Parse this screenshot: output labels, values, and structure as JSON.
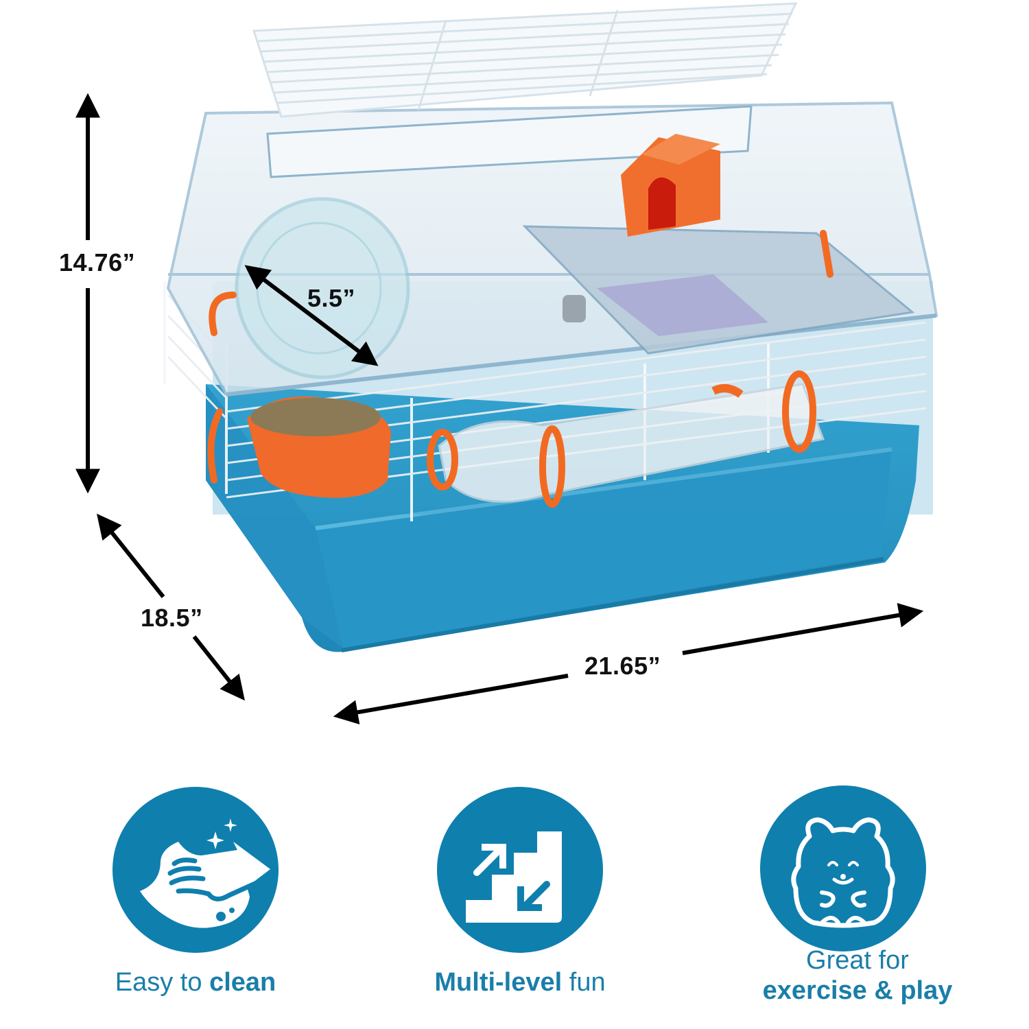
{
  "product": {
    "name": "hamster-cage",
    "colors": {
      "base_tray": "#2f9fcc",
      "base_tray_dark": "#1f86b3",
      "accent_orange": "#f06a2a",
      "clear_top": "#dfeaf2",
      "wire": "#ffffff",
      "icon_blue": "#0f7fae",
      "caption_blue": "#1a7ea9"
    }
  },
  "dimensions": {
    "height": "14.76”",
    "wheel_diameter": "5.5”",
    "depth": "18.5”",
    "width": "21.65”"
  },
  "features": [
    {
      "icon": "cleaning-hand-icon",
      "text_regular": "Easy to ",
      "text_bold": "clean"
    },
    {
      "icon": "stairs-multi-level-icon",
      "text_bold": "Multi-level",
      "text_regular": " fun"
    },
    {
      "icon": "hamster-icon",
      "line1": "Great for",
      "line2_bold": "exercise & play"
    }
  ]
}
